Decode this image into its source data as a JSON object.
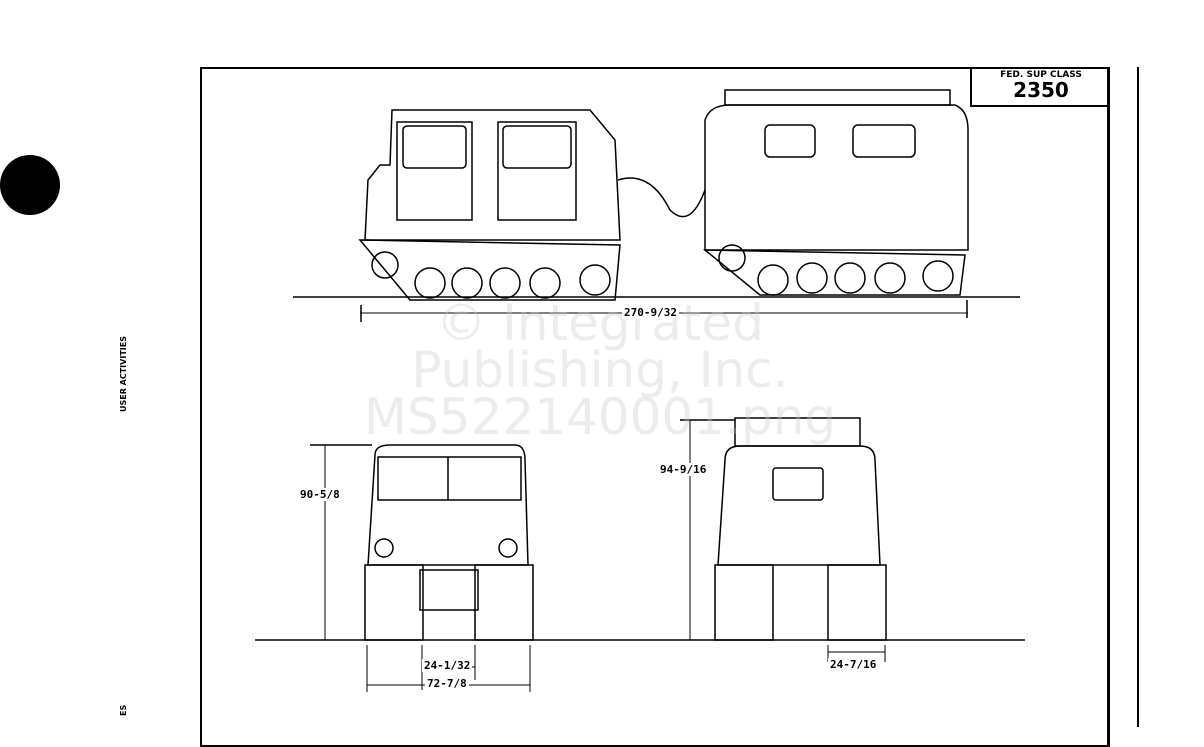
{
  "document": {
    "class_box": {
      "label": "FED. SUP CLASS",
      "number": "2350"
    },
    "margin_text": {
      "top": "USER ACTIVITIES",
      "bottom": "ES"
    },
    "dimensions": {
      "overall_length": "270-9/32",
      "front_height": "90-5/8",
      "rear_height": "94-9/16",
      "front_track_width": "24-1/32",
      "front_overall_width": "72-7/8",
      "rear_track_width": "24-7/16"
    },
    "watermark": {
      "line1": "© Integrated",
      "line2": "Publishing, Inc.",
      "line3": "MS522140001.png"
    }
  }
}
